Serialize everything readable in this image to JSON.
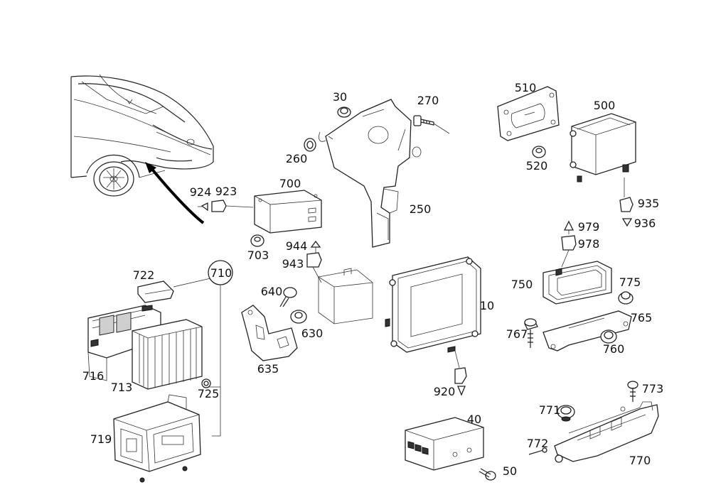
{
  "labels": {
    "p30": "30",
    "p270": "270",
    "p510": "510",
    "p500": "500",
    "p520": "520",
    "p260": "260",
    "p250": "250",
    "p924": "924",
    "p923": "923",
    "p700": "700",
    "p935": "935",
    "p936": "936",
    "p703": "703",
    "p944": "944",
    "p943": "943",
    "p979": "979",
    "p978": "978",
    "p722": "722",
    "p710": "710",
    "p640": "640",
    "p10": "10",
    "p750": "750",
    "p775": "775",
    "p765": "765",
    "p630": "630",
    "p767": "767",
    "p760": "760",
    "p635": "635",
    "p716": "716",
    "p713": "713",
    "p725": "725",
    "p920": "920",
    "p773": "773",
    "p771": "771",
    "p40": "40",
    "p719": "719",
    "p772": "772",
    "p50": "50",
    "p770": "770"
  }
}
